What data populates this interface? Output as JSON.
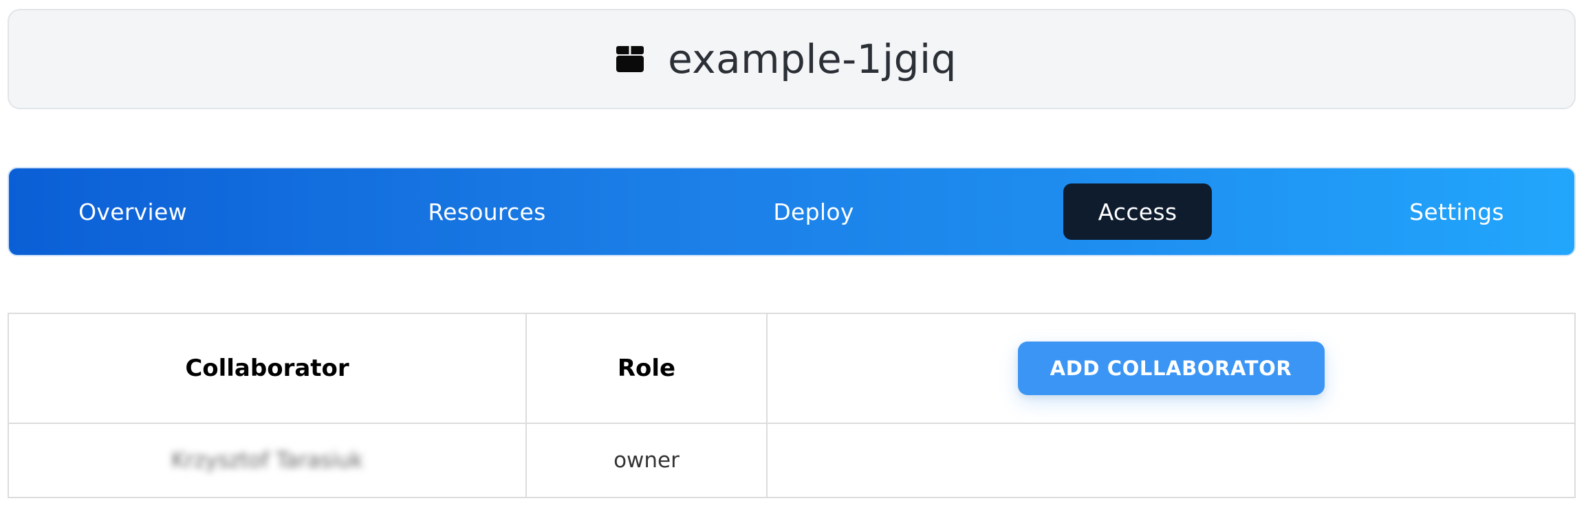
{
  "header": {
    "icon": "box-icon",
    "title": "example-1jgiq"
  },
  "tabs": [
    {
      "label": "Overview",
      "active": false
    },
    {
      "label": "Resources",
      "active": false
    },
    {
      "label": "Deploy",
      "active": false
    },
    {
      "label": "Access",
      "active": true
    },
    {
      "label": "Settings",
      "active": false
    }
  ],
  "colors": {
    "tab_gradient_start": "#0b5fd6",
    "tab_gradient_end": "#22a6fc",
    "active_tab_bg": "#0e1c2e",
    "button_bg": "#3a95f5"
  },
  "table": {
    "headers": {
      "collaborator": "Collaborator",
      "role": "Role"
    },
    "add_button_label": "ADD COLLABORATOR",
    "rows": [
      {
        "collaborator": "Krzysztof Tarasiuk",
        "role": "owner"
      }
    ]
  }
}
